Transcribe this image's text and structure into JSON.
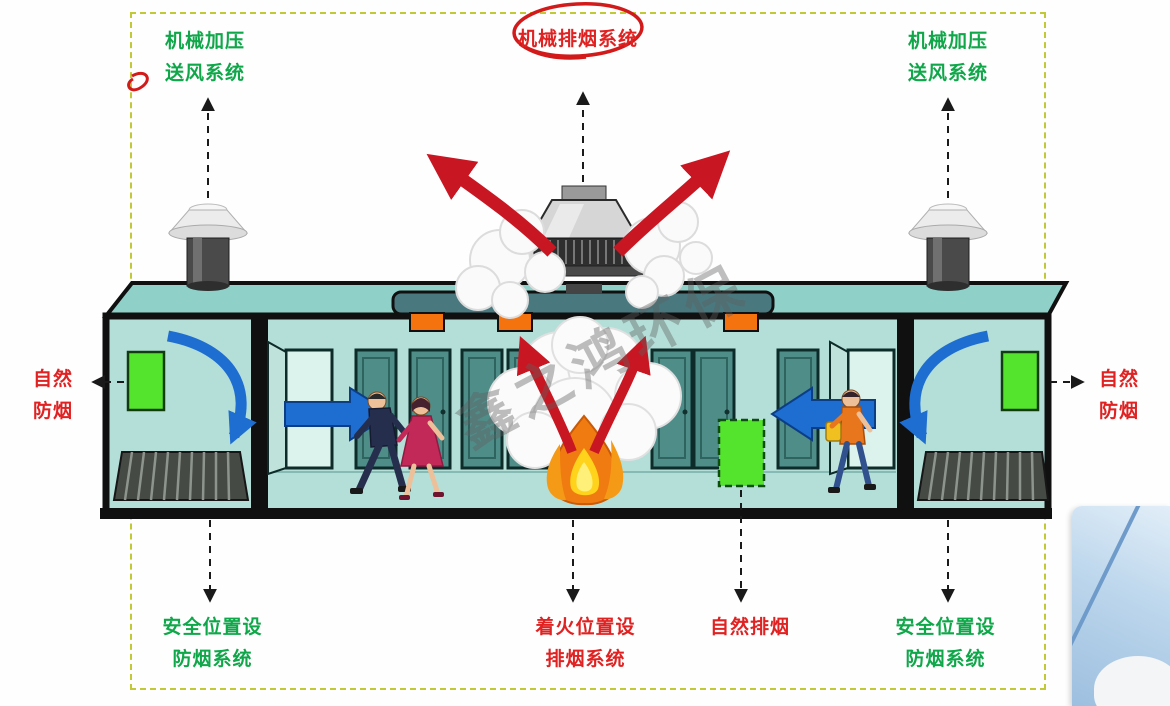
{
  "labels": {
    "top_left": {
      "line1": "机械加压",
      "line2": "送风系统"
    },
    "top_center": {
      "text": "机械排烟系统"
    },
    "top_right": {
      "line1": "机械加压",
      "line2": "送风系统"
    },
    "left_side": {
      "line1": "自然",
      "line2": "防烟"
    },
    "right_side": {
      "line1": "自然",
      "line2": "防烟"
    },
    "bottom_left": {
      "line1": "安全位置设",
      "line2": "防烟系统"
    },
    "bottom_center": {
      "line1": "着火位置设",
      "line2": "排烟系统"
    },
    "bottom_natural": {
      "text": "自然排烟"
    },
    "bottom_right": {
      "line1": "安全位置设",
      "line2": "防烟系统"
    }
  },
  "watermark": {
    "text": "鑫之鸿环保"
  },
  "colors": {
    "label_green": "#10a74a",
    "label_red": "#e02222",
    "frame_dash": "#c2c936",
    "building_wall": "#b4dfd8",
    "roof": "#8fd0c8",
    "duct": "#49797f",
    "damper_orange": "#f5730f",
    "vent_green": "#55e42e",
    "arrow_blue": "#1e6ed2",
    "arrow_red": "#c81622",
    "fire_orange": "#f07b10",
    "fire_yellow": "#ffd21c",
    "smoke_white": "#fbfbfb",
    "annotation_red": "#d21a1a"
  }
}
